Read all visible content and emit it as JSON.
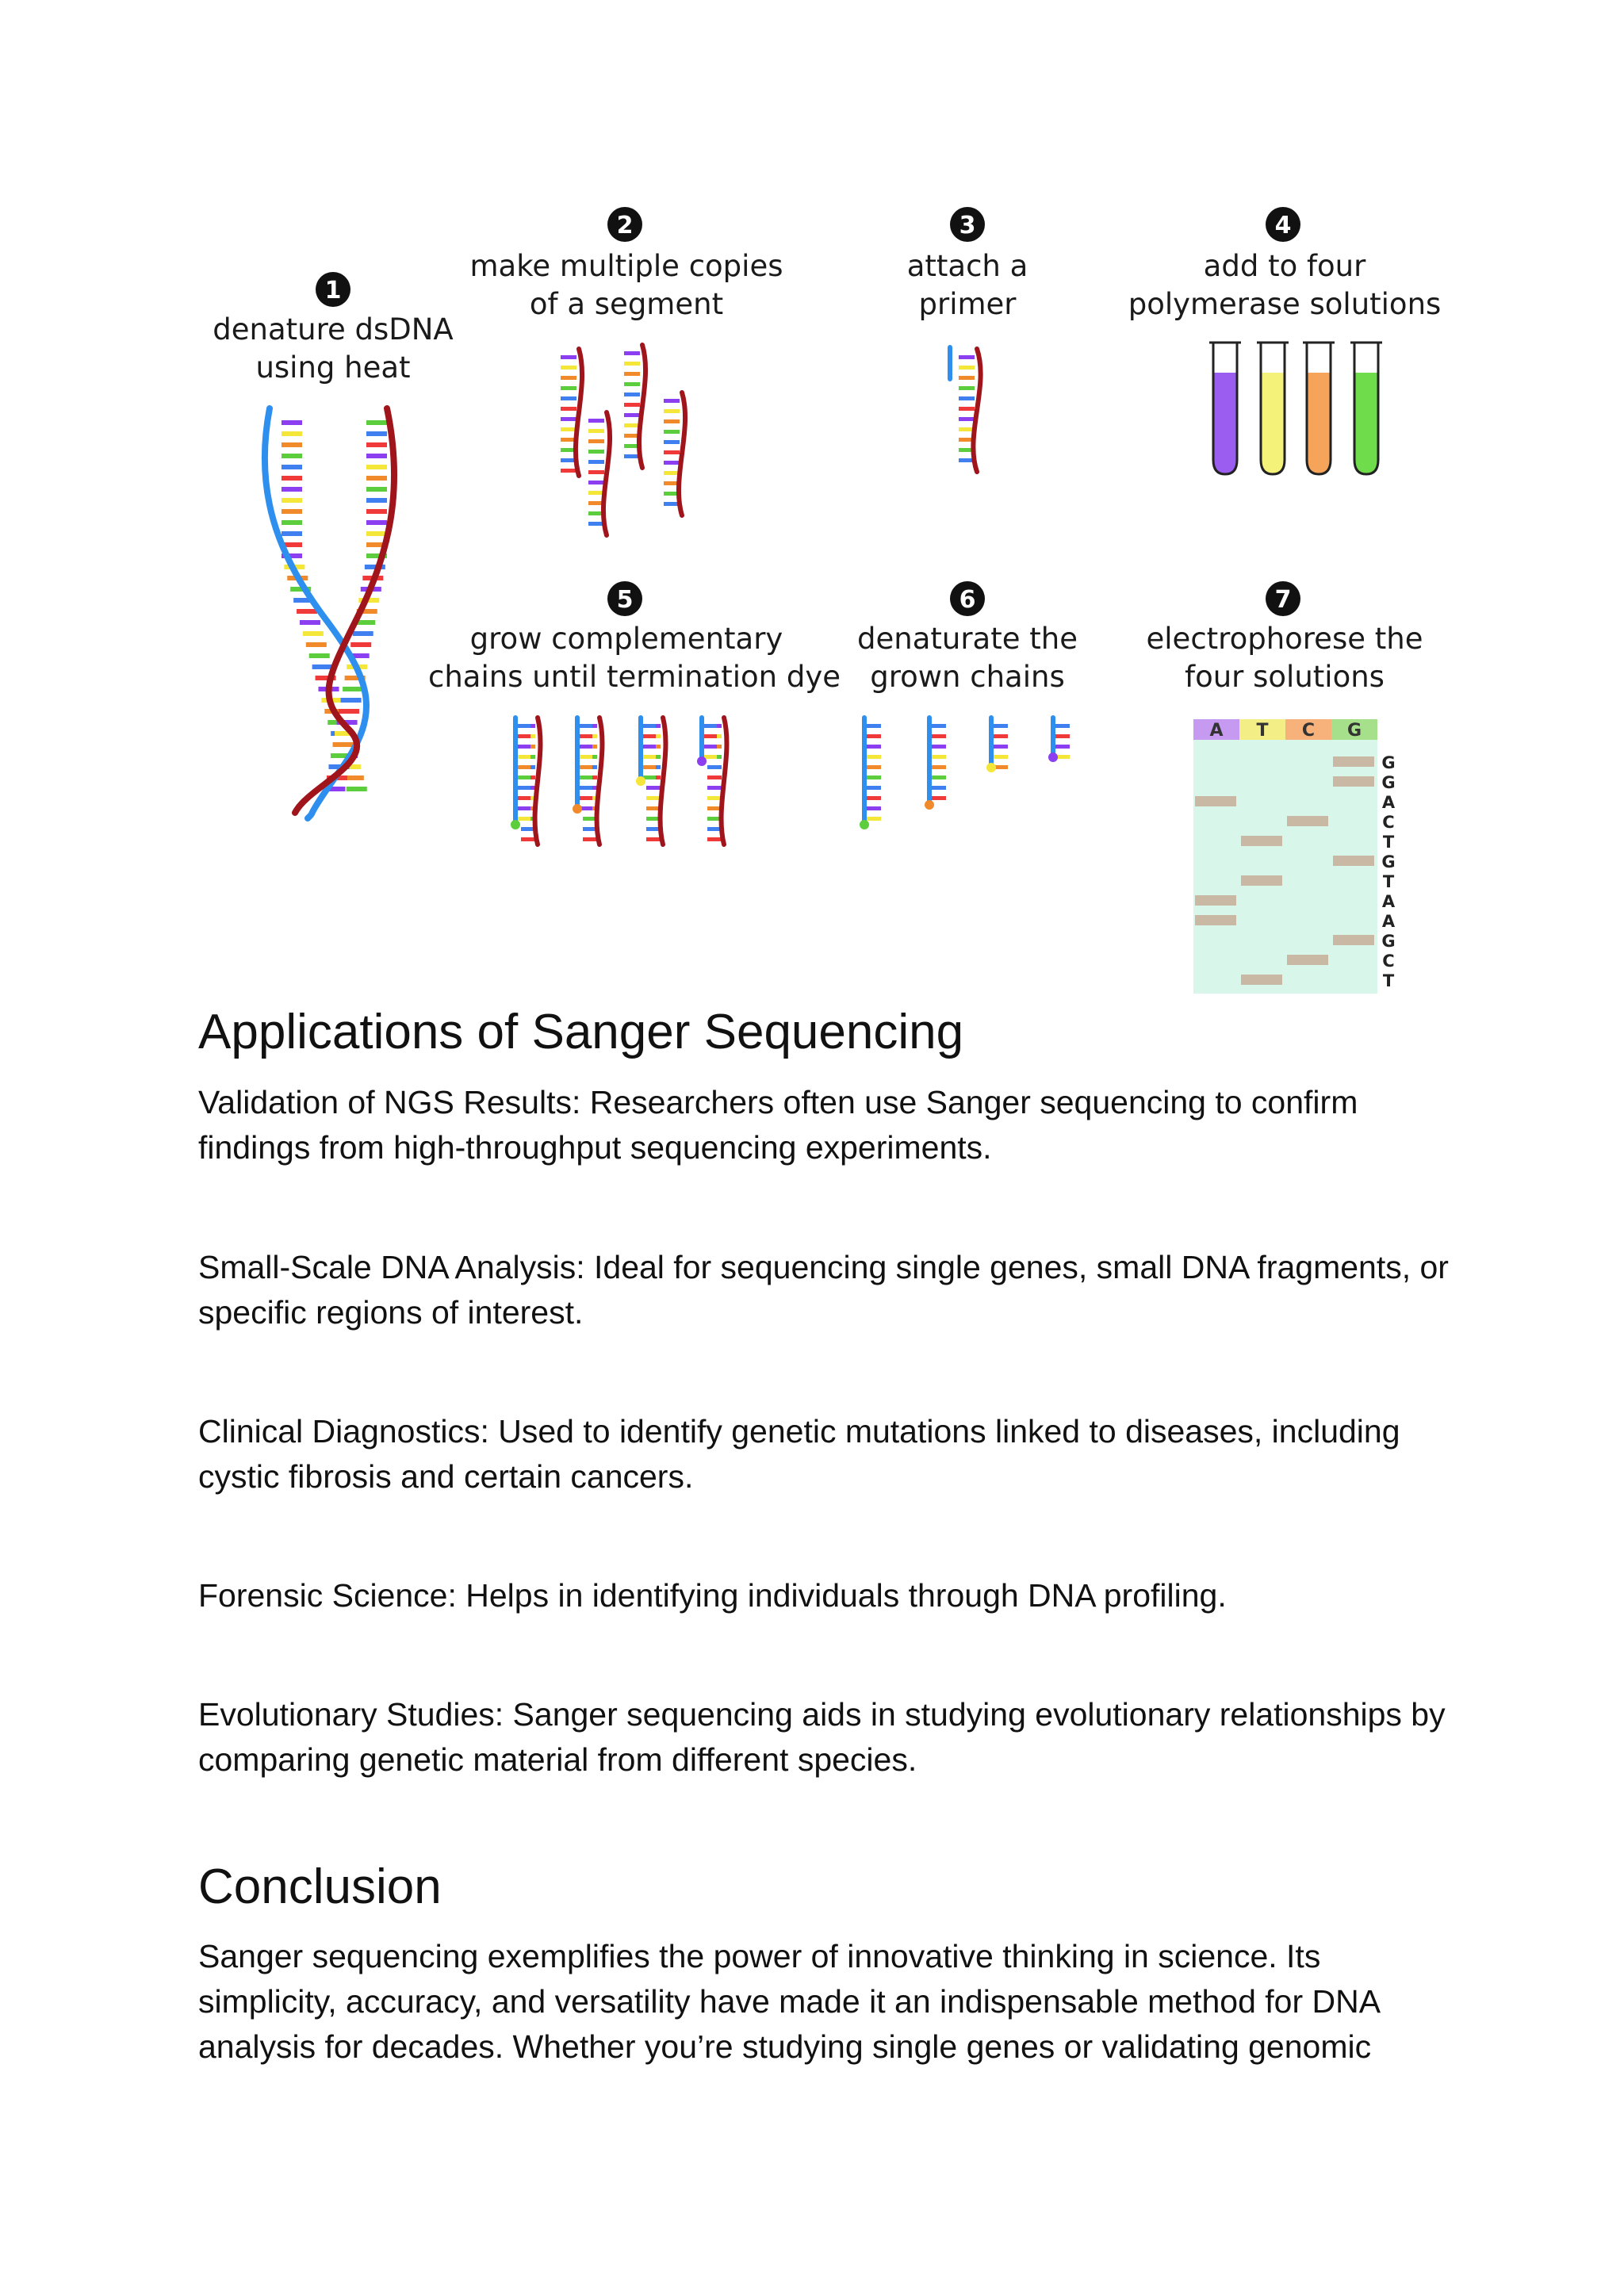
{
  "diagram": {
    "steps": [
      {
        "num": "1",
        "lines": [
          "denature dsDNA",
          "using heat"
        ]
      },
      {
        "num": "2",
        "lines": [
          "make multiple copies",
          "of a segment"
        ]
      },
      {
        "num": "3",
        "lines": [
          "attach a",
          "primer"
        ]
      },
      {
        "num": "4",
        "lines": [
          "add to four",
          "polymerase solutions"
        ]
      },
      {
        "num": "5",
        "lines": [
          "grow complementary",
          "chains until termination dye"
        ]
      },
      {
        "num": "6",
        "lines": [
          "denaturate the",
          "grown chains"
        ]
      },
      {
        "num": "7",
        "lines": [
          "electrophorese the",
          "four solutions"
        ]
      }
    ],
    "tube_colors": [
      "#9b5cf0",
      "#f5f27a",
      "#f6a45a",
      "#6fdc4b"
    ],
    "gel_lanes": [
      {
        "label": "A",
        "color": "#c79af2"
      },
      {
        "label": "T",
        "color": "#f3ee86"
      },
      {
        "label": "C",
        "color": "#f6b27a"
      },
      {
        "label": "G",
        "color": "#a6e08a"
      }
    ],
    "sequence": [
      "G",
      "G",
      "A",
      "C",
      "T",
      "G",
      "T",
      "A",
      "A",
      "G",
      "C",
      "T"
    ]
  },
  "sections": {
    "applications_heading": "Applications of Sanger Sequencing",
    "applications": [
      "Validation of NGS Results: Researchers often use Sanger sequencing to confirm findings from high-throughput sequencing experiments.",
      "Small-Scale DNA Analysis: Ideal for sequencing single genes, small DNA fragments, or specific regions of interest.",
      "Clinical Diagnostics: Used to identify genetic mutations linked to diseases, including cystic fibrosis and certain cancers.",
      "Forensic Science: Helps in identifying individuals through DNA profiling.",
      "Evolutionary Studies: Sanger sequencing aids in studying evolutionary relationships by comparing genetic material from different species."
    ],
    "conclusion_heading": "Conclusion",
    "conclusion": "Sanger sequencing exemplifies the power of innovative thinking in science. Its simplicity, accuracy, and versatility have made it an indispensable method for DNA analysis for decades. Whether you’re studying single genes or validating genomic"
  }
}
